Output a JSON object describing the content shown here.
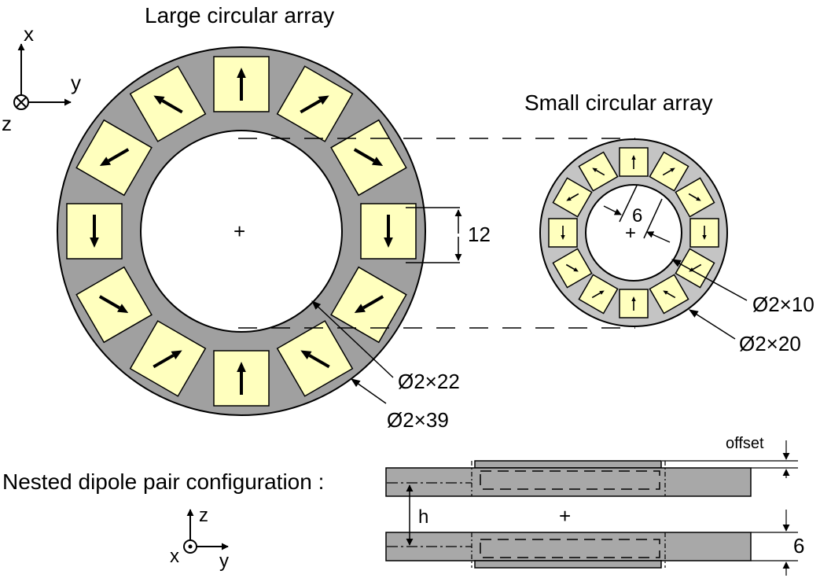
{
  "titles": {
    "large": "Large circular array",
    "small": "Small circular array",
    "nested": "Nested dipole pair configuration :"
  },
  "axes_top": {
    "x": "x",
    "y": "y",
    "z": "z"
  },
  "axes_bottom": {
    "z": "z",
    "x": "x",
    "y": "y"
  },
  "dimensions": {
    "large_magnet_size": "12",
    "large_inner": "Ø2×22",
    "large_outer": "Ø2×39",
    "small_magnet_size": "6",
    "small_inner": "Ø2×10",
    "small_outer": "Ø2×20",
    "offset": "offset",
    "h": "h",
    "thickness": "6"
  },
  "colors": {
    "ring": "#a0a0a0",
    "ring_small": "#c4c4c4",
    "magnet": "#ffffbe",
    "ring_side": "#a8a8a8"
  },
  "large_array": {
    "magnet_count": 12
  },
  "small_array": {
    "magnet_count": 12
  }
}
